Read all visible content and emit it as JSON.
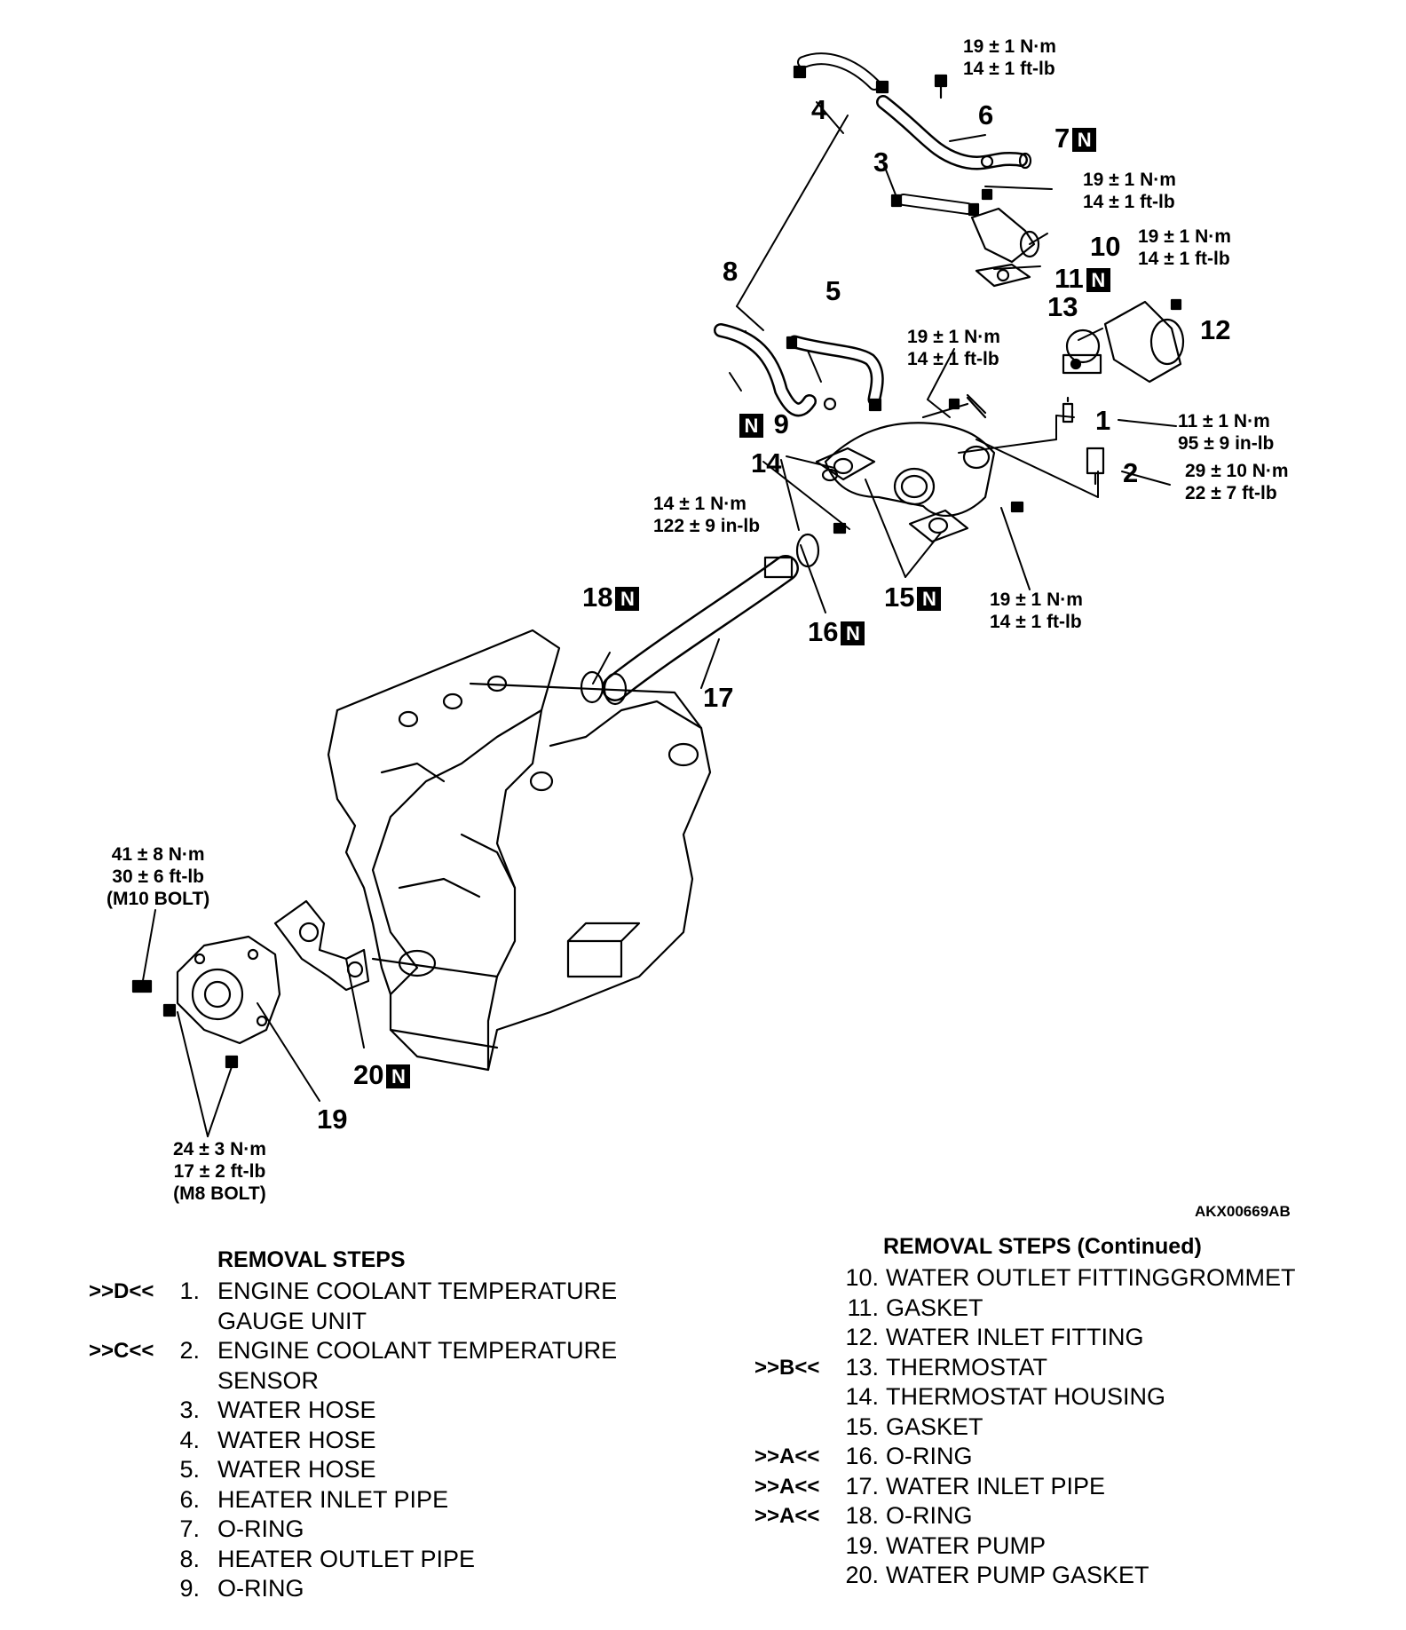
{
  "figure_id": "AKX00669AB",
  "callouts": [
    {
      "num": "1",
      "n": false
    },
    {
      "num": "2",
      "n": false
    },
    {
      "num": "3",
      "n": false
    },
    {
      "num": "4",
      "n": false
    },
    {
      "num": "5",
      "n": false
    },
    {
      "num": "6",
      "n": false
    },
    {
      "num": "7",
      "n": true
    },
    {
      "num": "8",
      "n": false
    },
    {
      "num": "9",
      "n": true
    },
    {
      "num": "10",
      "n": false
    },
    {
      "num": "11",
      "n": true
    },
    {
      "num": "12",
      "n": false
    },
    {
      "num": "13",
      "n": false
    },
    {
      "num": "14",
      "n": false
    },
    {
      "num": "15",
      "n": true
    },
    {
      "num": "16",
      "n": true
    },
    {
      "num": "17",
      "n": false
    },
    {
      "num": "18",
      "n": true
    },
    {
      "num": "19",
      "n": false
    },
    {
      "num": "20",
      "n": true
    }
  ],
  "n_box_label": "N",
  "torques": {
    "t_top": [
      "19 ± 1 N·m",
      "14 ± 1 ft-lb"
    ],
    "t_hose3": [
      "19 ± 1 N·m",
      "14 ± 1 ft-lb"
    ],
    "t_fit10": [
      "19 ± 1 N·m",
      "14 ± 1 ft-lb"
    ],
    "t_housing": [
      "19 ± 1 N·m",
      "14 ± 1 ft-lb"
    ],
    "t_gauge": [
      "11 ± 1 N·m",
      "95 ± 9 in-lb"
    ],
    "t_sensor": [
      "29 ± 10 N·m",
      "22 ± 7 ft-lb"
    ],
    "t_pipe": [
      "14 ± 1 N·m",
      "122 ± 9 in-lb"
    ],
    "t_gasket15": [
      "19 ± 1 N·m",
      "14 ± 1 ft-lb"
    ],
    "t_m10": [
      "41 ± 8 N·m",
      "30 ± 6 ft-lb",
      "(M10 BOLT)"
    ],
    "t_m8": [
      "24 ± 3 N·m",
      "17 ± 2 ft-lb",
      "(M8 BOLT)"
    ]
  },
  "removal_steps": {
    "title": "REMOVAL STEPS",
    "items": [
      {
        "code": ">>D<<",
        "num": "1.",
        "text": "ENGINE COOLANT TEMPERATURE",
        "text2": "GAUGE UNIT"
      },
      {
        "code": ">>C<<",
        "num": "2.",
        "text": "ENGINE COOLANT TEMPERATURE",
        "text2": "SENSOR"
      },
      {
        "code": "",
        "num": "3.",
        "text": "WATER HOSE"
      },
      {
        "code": "",
        "num": "4.",
        "text": "WATER HOSE"
      },
      {
        "code": "",
        "num": "5.",
        "text": "WATER HOSE"
      },
      {
        "code": "",
        "num": "6.",
        "text": "HEATER INLET PIPE"
      },
      {
        "code": "",
        "num": "7.",
        "text": "O-RING"
      },
      {
        "code": "",
        "num": "8.",
        "text": "HEATER OUTLET PIPE"
      },
      {
        "code": "",
        "num": "9.",
        "text": "O-RING"
      }
    ]
  },
  "removal_steps_continued": {
    "title": "REMOVAL STEPS (Continued)",
    "items": [
      {
        "code": "",
        "num": "10.",
        "text": "WATER OUTLET FITTINGGROMMET"
      },
      {
        "code": "",
        "num": "11.",
        "text": "GASKET"
      },
      {
        "code": "",
        "num": "12.",
        "text": "WATER INLET FITTING"
      },
      {
        "code": ">>B<<",
        "num": "13.",
        "text": "THERMOSTAT"
      },
      {
        "code": "",
        "num": "14.",
        "text": "THERMOSTAT HOUSING"
      },
      {
        "code": "",
        "num": "15.",
        "text": "GASKET"
      },
      {
        "code": ">>A<<",
        "num": "16.",
        "text": "O-RING"
      },
      {
        "code": ">>A<<",
        "num": "17.",
        "text": "WATER INLET PIPE"
      },
      {
        "code": ">>A<<",
        "num": "18.",
        "text": "O-RING"
      },
      {
        "code": "",
        "num": "19.",
        "text": "WATER PUMP"
      },
      {
        "code": "",
        "num": "20.",
        "text": "WATER PUMP GASKET"
      }
    ]
  }
}
